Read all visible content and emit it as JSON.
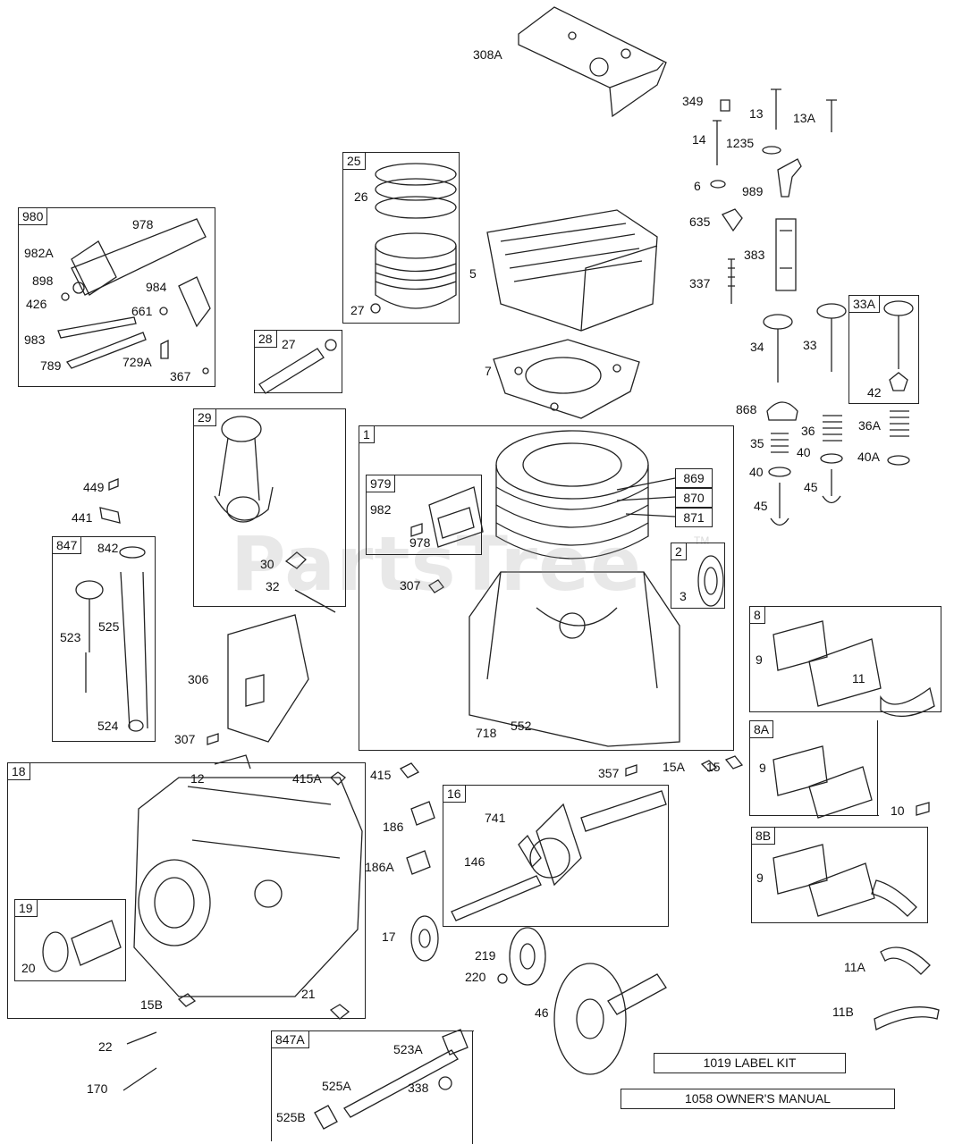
{
  "watermark": "PartsTree",
  "trademark": "TM",
  "boxes": [
    {
      "tag": "980"
    },
    {
      "tag": "25"
    },
    {
      "tag": "28"
    },
    {
      "tag": "29"
    },
    {
      "tag": "1"
    },
    {
      "tag": "979"
    },
    {
      "tag": "2"
    },
    {
      "tag": "33A"
    },
    {
      "tag": "847"
    },
    {
      "tag": "8"
    },
    {
      "tag": "8A"
    },
    {
      "tag": "8B"
    },
    {
      "tag": "18"
    },
    {
      "tag": "19"
    },
    {
      "tag": "16"
    },
    {
      "tag": "847A"
    }
  ],
  "side_tags": [
    "869",
    "870",
    "871"
  ],
  "labels": [
    "308A",
    "349",
    "13",
    "13A",
    "14",
    "1235",
    "6",
    "989",
    "635",
    "383",
    "337",
    "978",
    "982A",
    "898",
    "426",
    "984",
    "661",
    "983",
    "789",
    "729A",
    "367",
    "26",
    "27",
    "5",
    "7",
    "27",
    "34",
    "33",
    "42",
    "868",
    "36",
    "36A",
    "35",
    "40",
    "40",
    "40A",
    "45",
    "45",
    "449",
    "441",
    "842",
    "523",
    "525",
    "524",
    "30",
    "32",
    "306",
    "307",
    "982",
    "978",
    "307",
    "718",
    "552",
    "3",
    "9",
    "11",
    "9",
    "10",
    "9",
    "415A",
    "415",
    "357",
    "15A",
    "15",
    "12",
    "186",
    "186A",
    "741",
    "146",
    "17",
    "219",
    "220",
    "46",
    "20",
    "21",
    "15B",
    "22",
    "170",
    "523A",
    "525A",
    "338",
    "525B",
    "11A",
    "11B"
  ],
  "kits": [
    "1019 LABEL KIT",
    "1058 OWNER'S MANUAL"
  ]
}
